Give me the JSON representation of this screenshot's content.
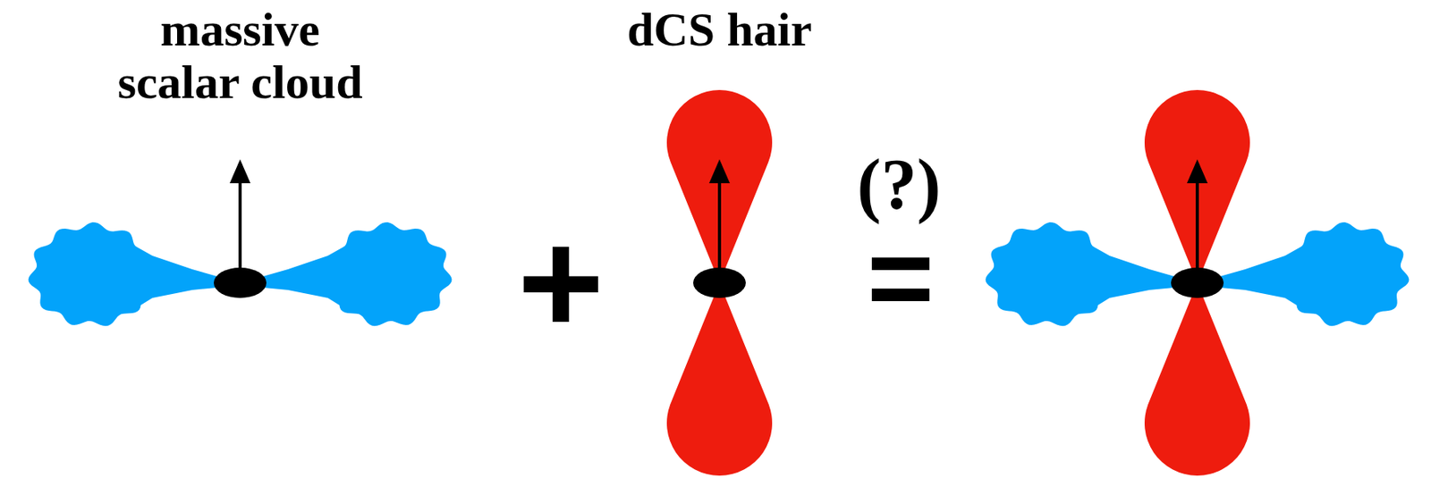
{
  "diagram": {
    "labels": [
      "massive scalar cloud",
      "dCS hair",
      "(?)",
      "+",
      "="
    ]
  }
}
